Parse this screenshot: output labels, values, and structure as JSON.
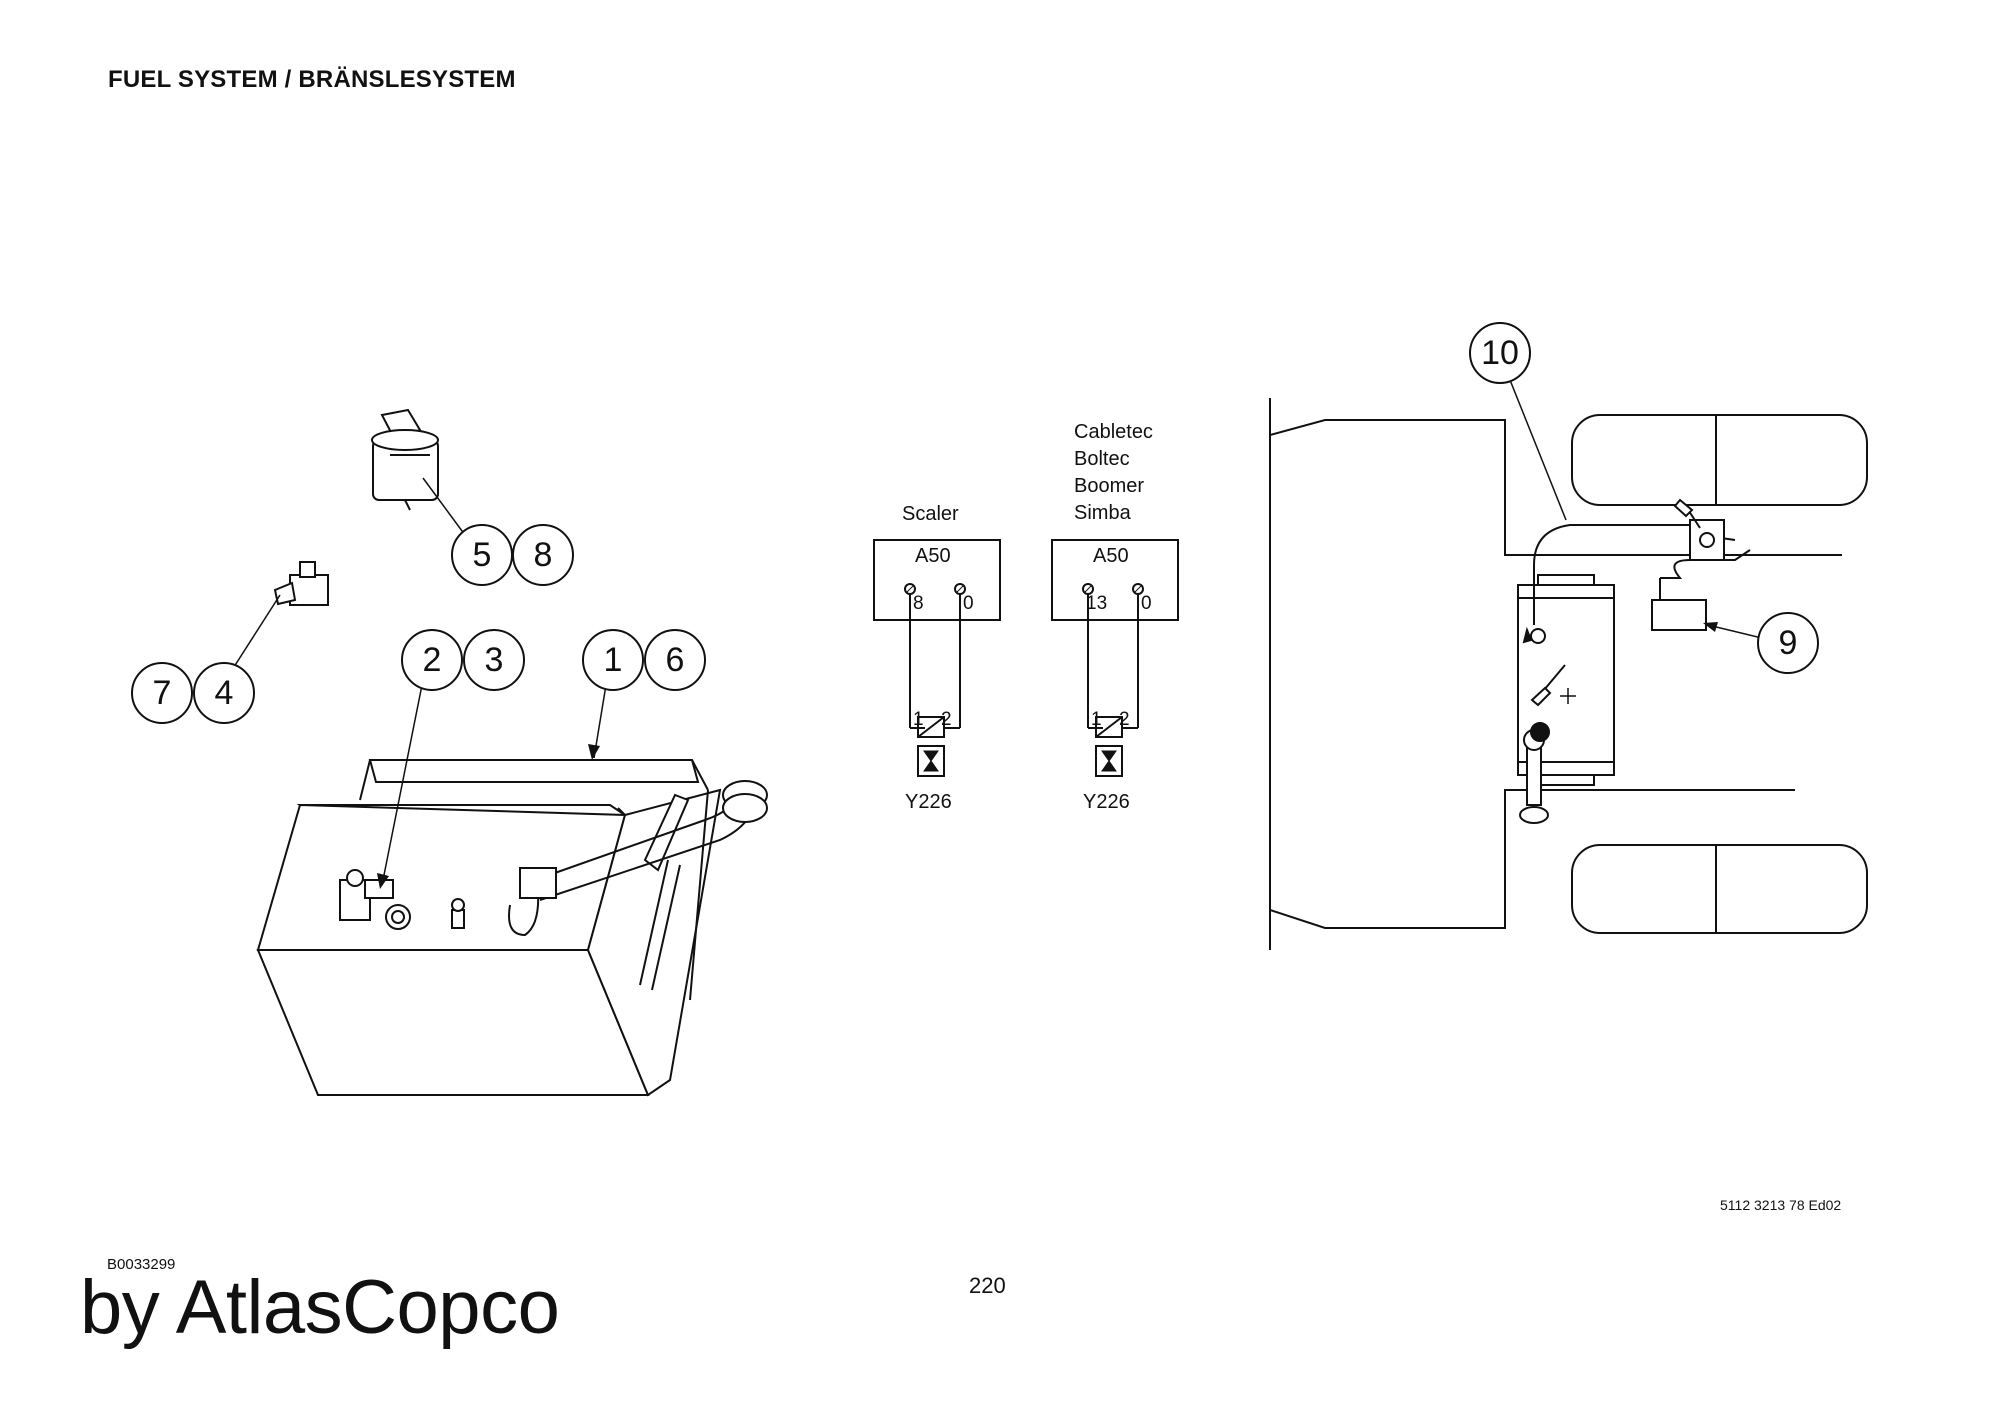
{
  "page": {
    "title": "FUEL SYSTEM / BRÄNSLESYSTEM",
    "doc_code": "B0033299",
    "doc_ref": "5112 3213 78 Ed02",
    "page_number": "220",
    "brand": "by AtlasCopco"
  },
  "balloons": {
    "b1": "1",
    "b2": "2",
    "b3": "3",
    "b4": "4",
    "b5": "5",
    "b6": "6",
    "b7": "7",
    "b8": "8",
    "b9": "9",
    "b10": "10"
  },
  "schematic_left": {
    "category": "Scaler",
    "controller": "A50",
    "terminal_a": "8",
    "terminal_b": "0",
    "pin_1": "1",
    "pin_2": "2",
    "valve": "Y226"
  },
  "schematic_right": {
    "categories": [
      "Cabletec",
      "Boltec",
      "Boomer",
      "Simba"
    ],
    "controller": "A50",
    "terminal_a": "13",
    "terminal_b": "0",
    "pin_1": "1",
    "pin_2": "2",
    "valve": "Y226"
  }
}
